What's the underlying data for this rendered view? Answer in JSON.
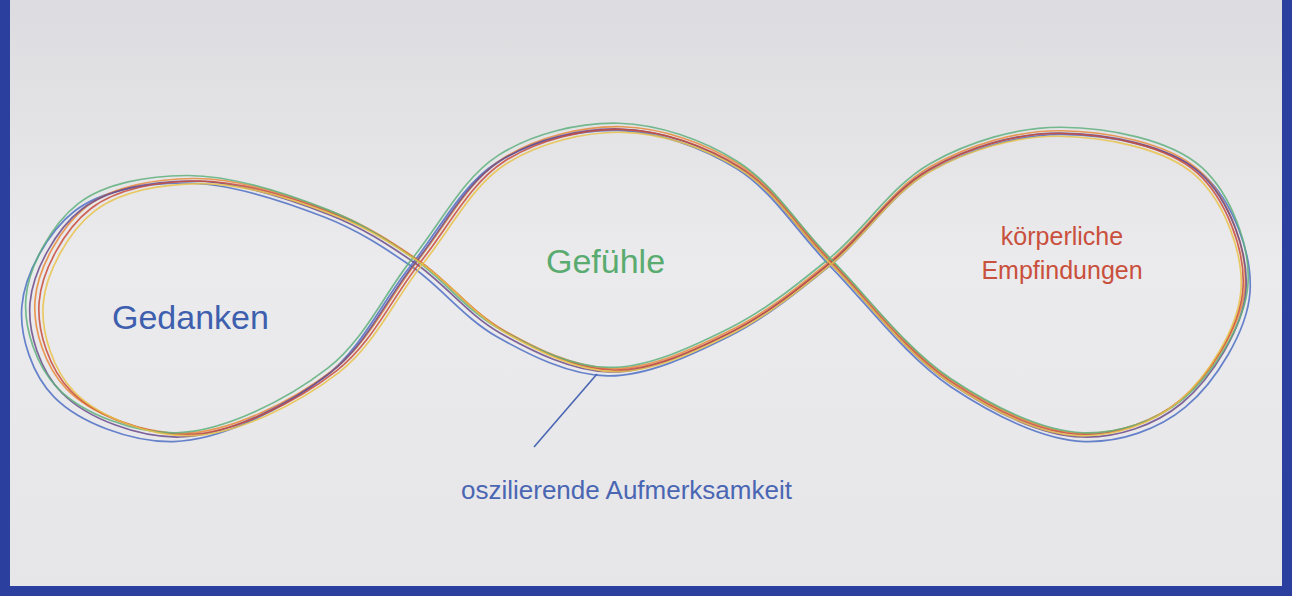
{
  "diagram": {
    "nodes": [
      {
        "text": [
          "Gedanken"
        ]
      },
      {
        "text": [
          "Gefühle"
        ]
      },
      {
        "text": [
          "körperliche Empfindungen"
        ]
      }
    ],
    "labels": [
      "oszilierende Aufmerksamkeit"
    ]
  }
}
